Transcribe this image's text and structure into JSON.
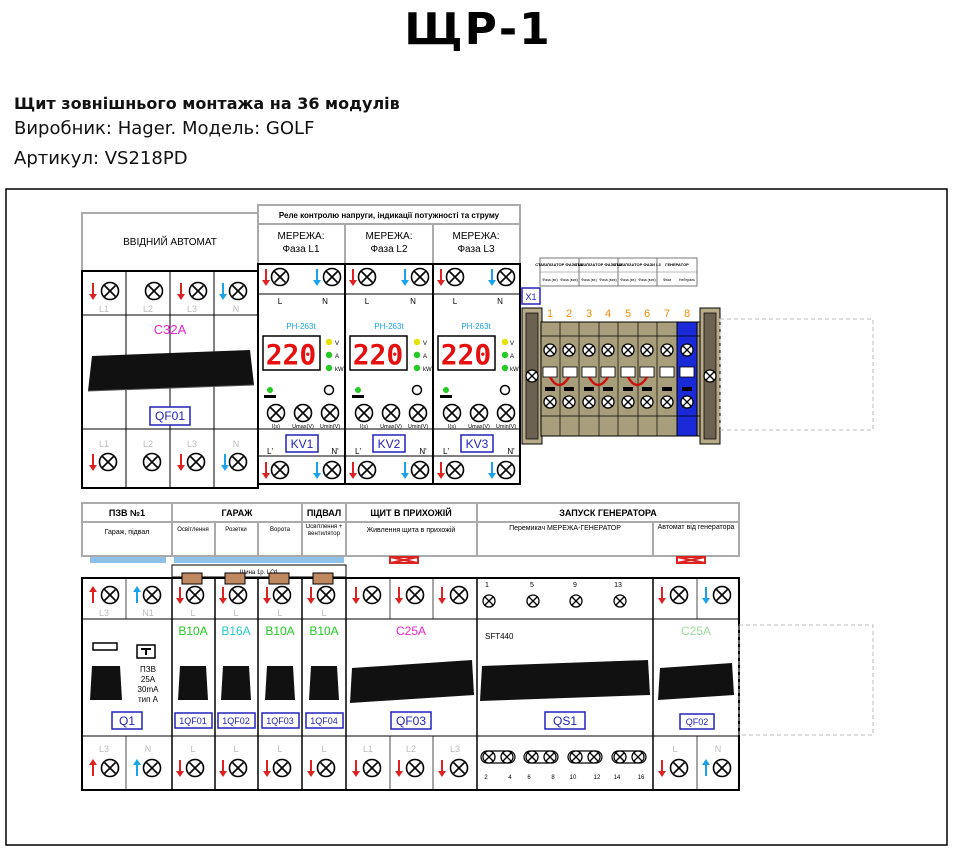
{
  "title": "ЩР-1",
  "info": {
    "line1": "Щит зовнішнього монтажа  на 36 модулів",
    "line2": "Виробник: Hager. Модель: GOLF",
    "line3": "Артикул: VS218PD"
  },
  "colors": {
    "red": "#dd2222",
    "blue": "#1aa3e8",
    "magenta": "#ee22cc",
    "green": "#22cc22",
    "cyan": "#22cccc",
    "orange": "#f08c00",
    "navy": "#2222bb",
    "screen": "#e51010"
  },
  "top_row": {
    "input_label": "ВВІДНИЙ АВТОМАТ",
    "relay_header": "Реле контролю напруги, індикації потужності та струму",
    "relays": [
      {
        "net": "МЕРЕЖА:",
        "phase": "Фаза L1",
        "model": "РН-263t",
        "display": "220",
        "tag": "KV1"
      },
      {
        "net": "МЕРЕЖА:",
        "phase": "Фаза L2",
        "model": "РН-263t",
        "display": "220",
        "tag": "KV2"
      },
      {
        "net": "МЕРЕЖА:",
        "phase": "Фаза L3",
        "model": "РН-263t",
        "display": "220",
        "tag": "KV3"
      }
    ],
    "relay_leds": [
      "V",
      "A",
      "kW"
    ],
    "relay_bottom_labels": [
      "I(s)",
      "Umax(V)",
      "Umin(V)"
    ],
    "relay_terms_top": [
      "L",
      "N"
    ],
    "relay_terms_bottom": [
      "L'",
      "N'"
    ],
    "main_breaker": {
      "rating": "C32A",
      "tag": "QF01",
      "poles_top": [
        "L1",
        "L2",
        "L3",
        "N"
      ],
      "poles_bottom": [
        "L1",
        "L2",
        "L3",
        "N"
      ]
    },
    "terminal_block": {
      "tag": "X1",
      "numbers": [
        "1",
        "2",
        "3",
        "4",
        "5",
        "6",
        "7",
        "8"
      ],
      "labels": [
        {
          "title": "СТАБІЛІЗАТОР ФАЗИ L1",
          "sub": [
            "Фаза (вх)",
            "Фаза (вих)"
          ]
        },
        {
          "title": "СТАБІЛІЗАТОР ФАЗИ L2",
          "sub": [
            "Фаза (вх)",
            "Фаза (вих)"
          ]
        },
        {
          "title": "СТАБІЛІЗАТОР ФАЗИ L3",
          "sub": [
            "Фаза (вх)",
            "Фаза (вих)"
          ]
        },
        {
          "title": "ГЕНЕРАТОР",
          "sub": [
            "Фаза",
            "Нейтраль"
          ]
        }
      ]
    }
  },
  "bottom_row": {
    "groups": [
      {
        "title": "ПЗВ №1",
        "sub": "Гараж, підвал"
      },
      {
        "title": "ГАРАЖ",
        "subs": [
          "Освітлення",
          "Розетки",
          "Ворота"
        ]
      },
      {
        "title": "ПІДВАЛ",
        "sub": "Освітлення + вентилятор"
      },
      {
        "title": "ЩИТ В ПРИХОЖІЙ",
        "sub": "Живлення щита в прихожій"
      },
      {
        "title": "ЗАПУСК ГЕНЕРАТОРА",
        "sub": "Перемикач МЕРЕЖА-ГЕНЕРАТОР"
      },
      {
        "sub": "Автомат від генератора"
      }
    ],
    "busbar_label": "Шина 1р. LQ1",
    "rcd": {
      "tag": "Q1",
      "text": [
        "ПЗВ",
        "25А",
        "30mA",
        "тип А"
      ],
      "terms_top": [
        "L3",
        "N1"
      ],
      "terms_bottom": [
        "L3",
        "N"
      ]
    },
    "breakers": [
      {
        "rating": "B10A",
        "tag": "1QF01",
        "color": "green",
        "term": "L"
      },
      {
        "rating": "B16A",
        "tag": "1QF02",
        "color": "cyan",
        "term": "L"
      },
      {
        "rating": "B10A",
        "tag": "1QF03",
        "color": "green",
        "term": "L"
      },
      {
        "rating": "B10A",
        "tag": "1QF04",
        "color": "green",
        "term": "L"
      }
    ],
    "qf03": {
      "rating": "C25A",
      "tag": "QF03",
      "terms_bottom": [
        "L1",
        "L2",
        "L3"
      ]
    },
    "switch": {
      "model": "SFT440",
      "tag": "QS1",
      "top_numbers": [
        "1",
        "5",
        "9",
        "13"
      ],
      "bottom_numbers": [
        "2",
        "4",
        "6",
        "8",
        "10",
        "12",
        "14",
        "16"
      ]
    },
    "gen_breaker": {
      "rating": "C25A",
      "tag": "QF02",
      "terms_bottom": [
        "L",
        "N"
      ]
    }
  }
}
